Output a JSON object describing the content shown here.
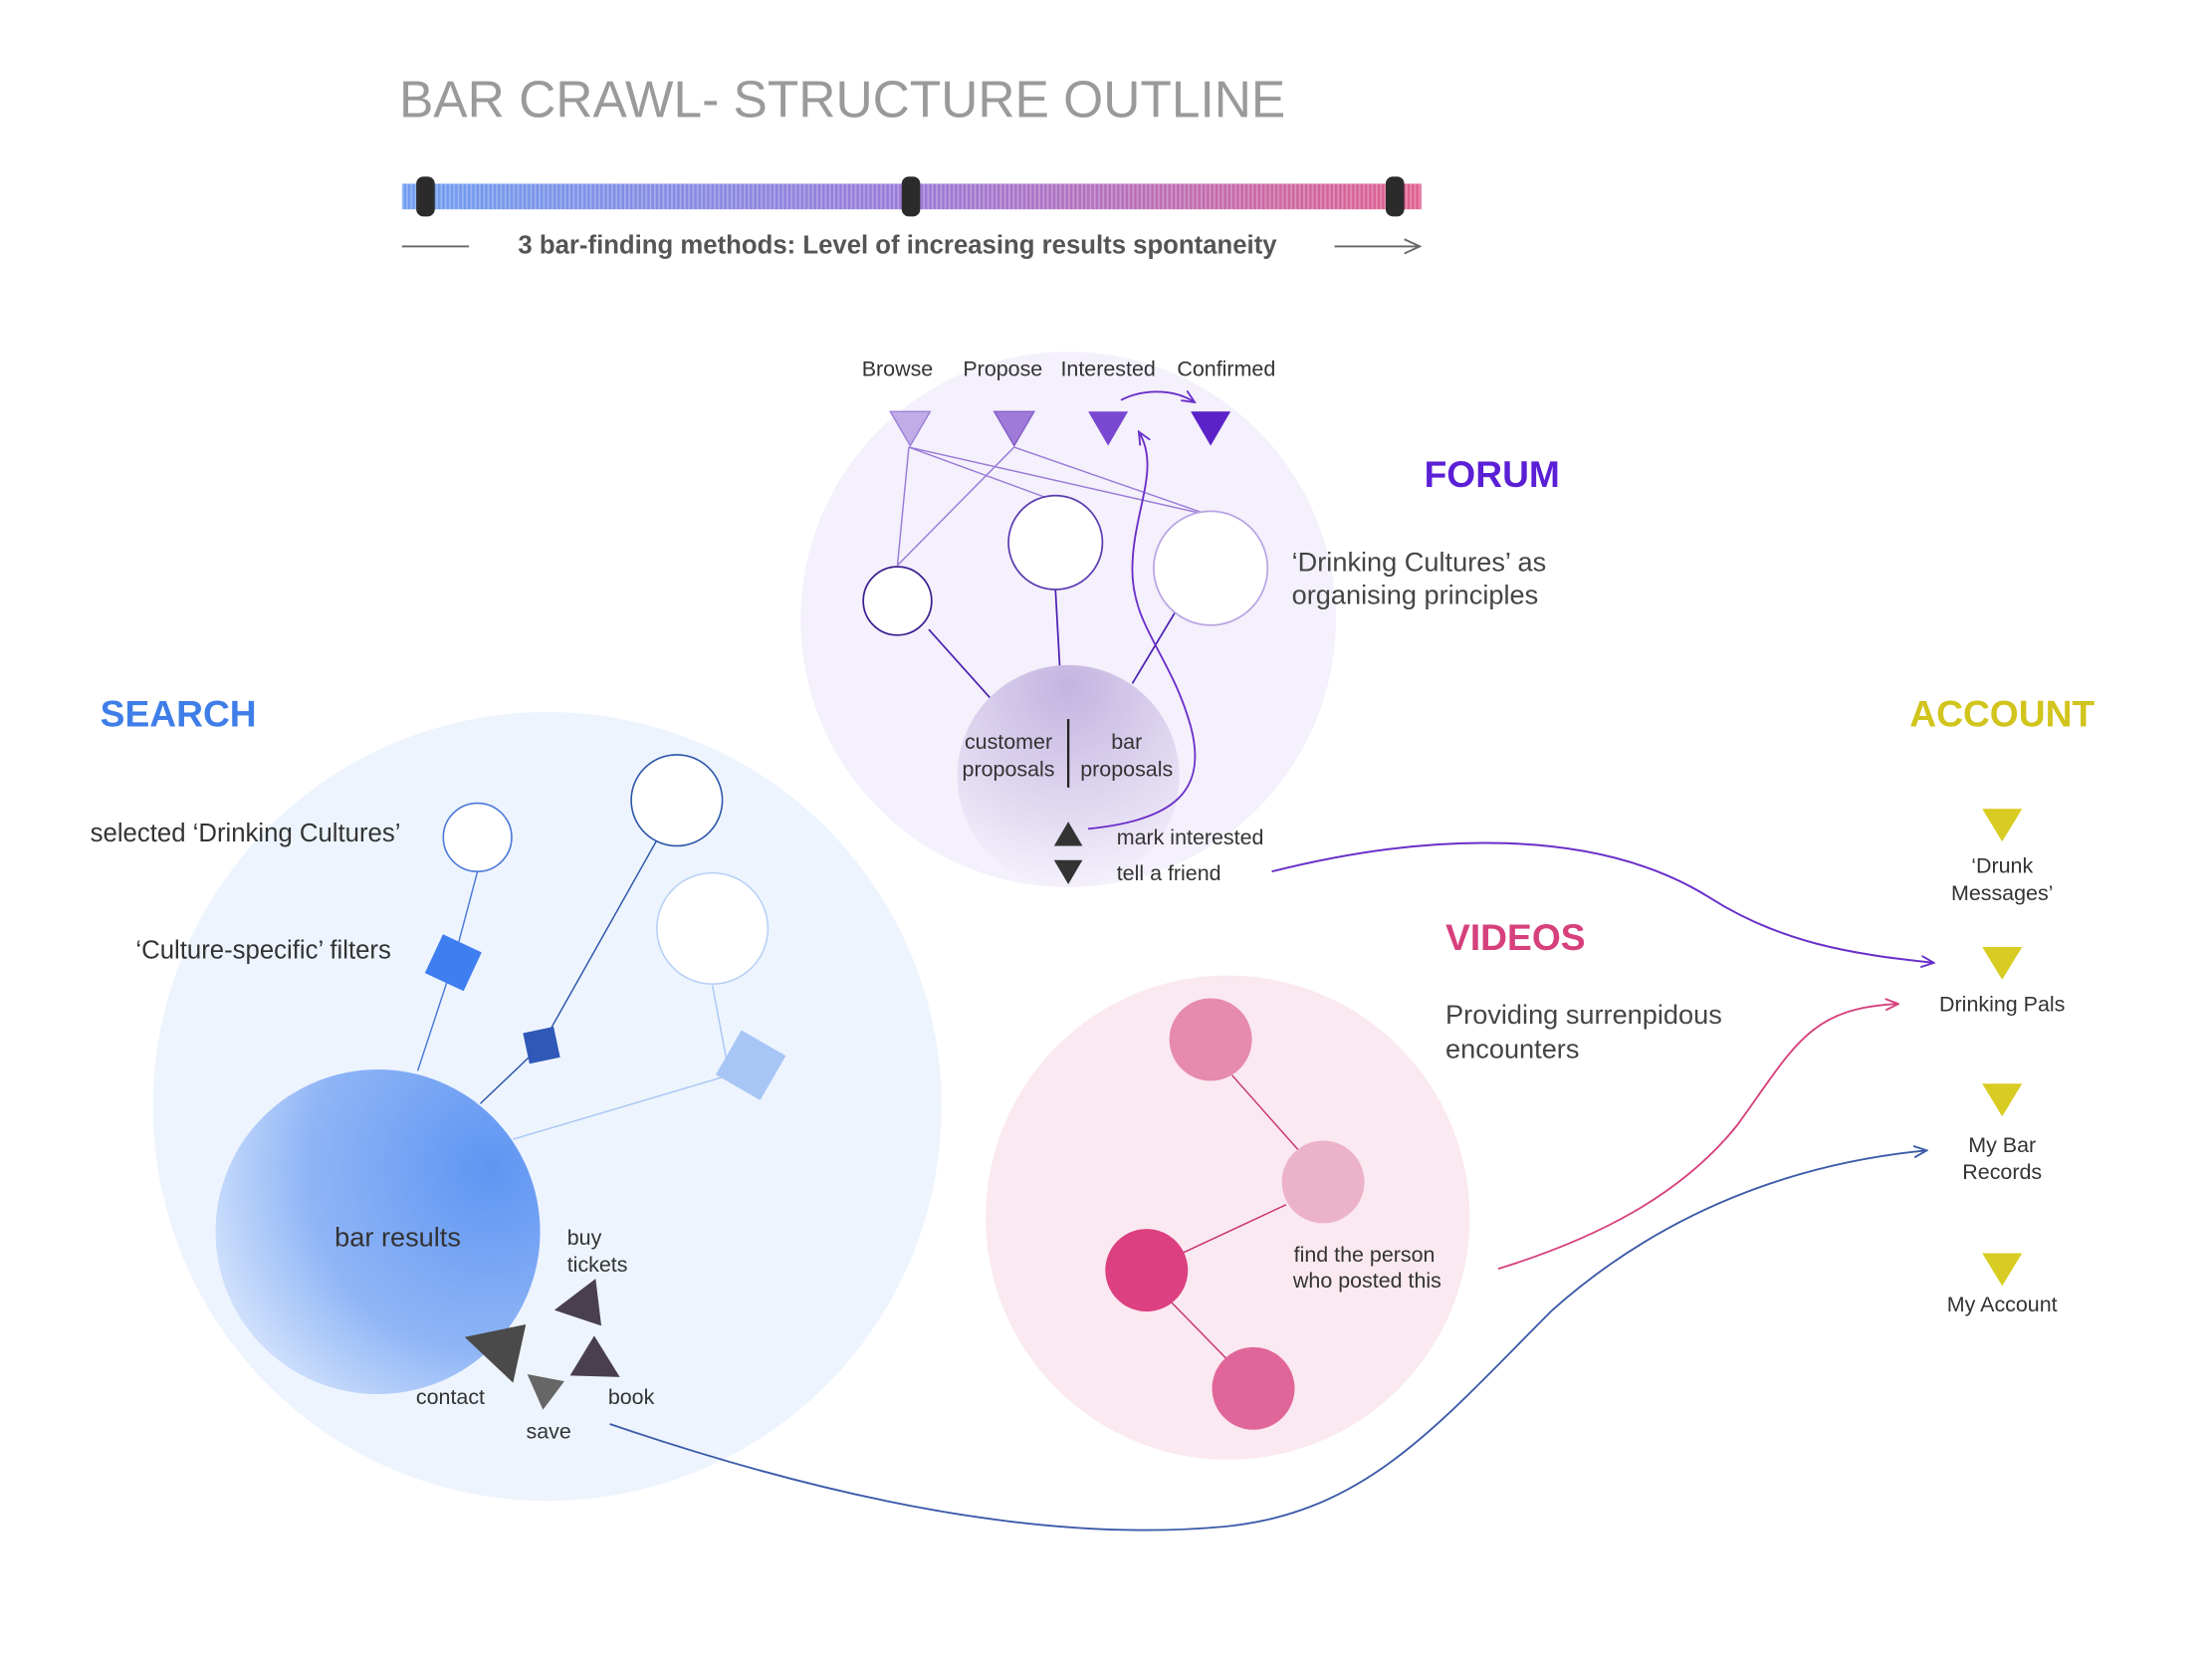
{
  "title": "BAR CRAWL- STRUCTURE OUTLINE",
  "spectrum": {
    "caption": "3 bar-finding methods: Level of increasing results spontaneity",
    "colors": {
      "start": "#6e9ef0",
      "middle": "#9b7ad8",
      "end": "#e0608e"
    }
  },
  "forum": {
    "heading": "FORUM",
    "color": "#5b1fd6",
    "description_line1": "‘Drinking Cultures’ as",
    "description_line2": "organising principles",
    "stages": [
      "Browse",
      "Propose",
      "Interested",
      "Confirmed"
    ],
    "hub_left_line1": "customer",
    "hub_left_line2": "proposals",
    "hub_right_line1": "bar",
    "hub_right_line2": "proposals",
    "action_up": "mark interested",
    "action_down": "tell a friend"
  },
  "search": {
    "heading": "SEARCH",
    "color": "#3f7ee8",
    "label_cultures": "selected ‘Drinking Cultures’",
    "label_filters": "‘Culture-specific’ filters",
    "hub_label": "bar results",
    "action_buy_line1": "buy",
    "action_buy_line2": "tickets",
    "action_contact": "contact",
    "action_book": "book",
    "action_save": "save"
  },
  "videos": {
    "heading": "VIDEOS",
    "color": "#d6407c",
    "description_line1": "Providing surrenpidous",
    "description_line2": "encounters",
    "note_line1": "find the person",
    "note_line2": "who posted this"
  },
  "account": {
    "heading": "ACCOUNT",
    "color": "#d1c41c",
    "item1_line1": "‘Drunk",
    "item1_line2": "Messages’",
    "item2": "Drinking Pals",
    "item3_line1": "My Bar",
    "item3_line2": "Records",
    "item4": "My Account"
  }
}
